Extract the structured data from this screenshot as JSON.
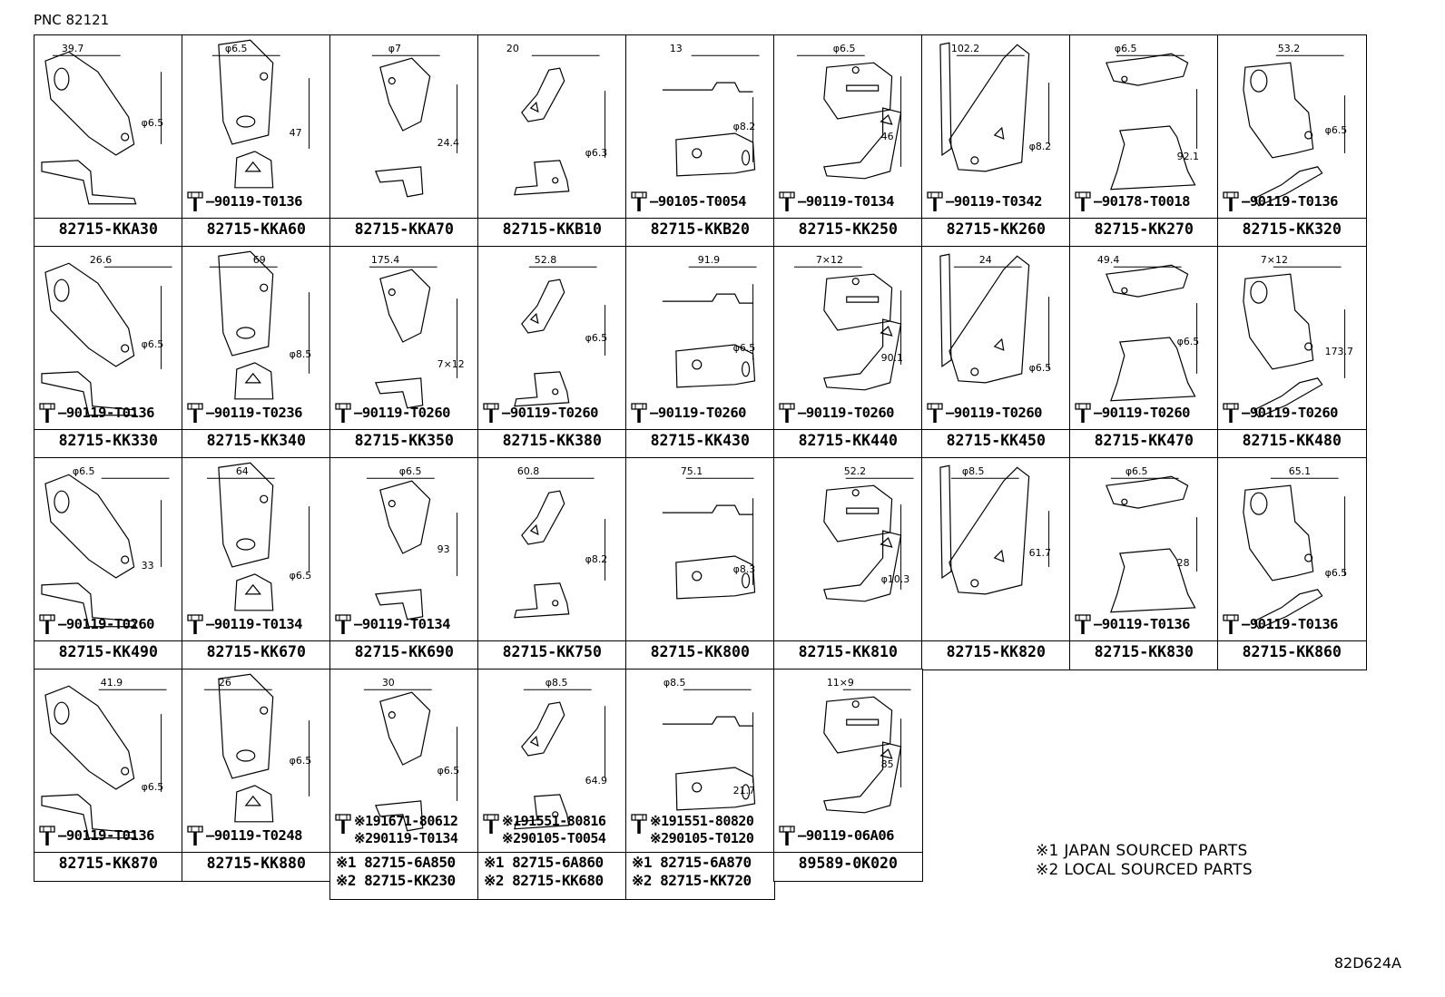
{
  "header": {
    "pnc": "PNC 82121"
  },
  "footer": {
    "ref_code": "82D624A"
  },
  "legend": [
    "※1 JAPAN SOURCED PARTS",
    "※2 LOCAL SOURCED PARTS"
  ],
  "rows": [
    [
      {
        "part": "82715-KKA30",
        "bolt": "",
        "dims": [
          "39.7",
          "φ6.5"
        ]
      },
      {
        "part": "82715-KKA60",
        "bolt": "90119-T0136",
        "dims": [
          "φ6.5",
          "47"
        ]
      },
      {
        "part": "82715-KKA70",
        "bolt": "",
        "dims": [
          "φ7",
          "24.4"
        ]
      },
      {
        "part": "82715-KKB10",
        "bolt": "",
        "dims": [
          "20",
          "φ6.3"
        ]
      },
      {
        "part": "82715-KKB20",
        "bolt": "90105-T0054",
        "dims": [
          "13",
          "φ8.2"
        ]
      },
      {
        "part": "82715-KK250",
        "bolt": "90119-T0134",
        "dims": [
          "φ6.5",
          "46"
        ]
      },
      {
        "part": "82715-KK260",
        "bolt": "90119-T0342",
        "dims": [
          "102.2",
          "φ8.2"
        ]
      },
      {
        "part": "82715-KK270",
        "bolt": "90178-T0018",
        "dims": [
          "φ6.5",
          "92.1"
        ]
      },
      {
        "part": "82715-KK320",
        "bolt": "90119-T0136",
        "dims": [
          "53.2",
          "φ6.5"
        ]
      }
    ],
    [
      {
        "part": "82715-KK330",
        "bolt": "90119-T0136",
        "dims": [
          "26.6",
          "φ6.5"
        ]
      },
      {
        "part": "82715-KK340",
        "bolt": "90119-T0236",
        "dims": [
          "69",
          "φ8.5"
        ]
      },
      {
        "part": "82715-KK350",
        "bolt": "90119-T0260",
        "dims": [
          "175.4",
          "7×12"
        ]
      },
      {
        "part": "82715-KK380",
        "bolt": "90119-T0260",
        "dims": [
          "52.8",
          "φ6.5"
        ]
      },
      {
        "part": "82715-KK430",
        "bolt": "90119-T0260",
        "dims": [
          "91.9",
          "φ6.5"
        ]
      },
      {
        "part": "82715-KK440",
        "bolt": "90119-T0260",
        "dims": [
          "7×12",
          "90.1"
        ]
      },
      {
        "part": "82715-KK450",
        "bolt": "90119-T0260",
        "dims": [
          "24",
          "φ6.5"
        ]
      },
      {
        "part": "82715-KK470",
        "bolt": "90119-T0260",
        "dims": [
          "49.4",
          "φ6.5"
        ]
      },
      {
        "part": "82715-KK480",
        "bolt": "90119-T0260",
        "dims": [
          "7×12",
          "173.7"
        ]
      }
    ],
    [
      {
        "part": "82715-KK490",
        "bolt": "90119-T0260",
        "dims": [
          "φ6.5",
          "33"
        ]
      },
      {
        "part": "82715-KK670",
        "bolt": "90119-T0134",
        "dims": [
          "64",
          "φ6.5"
        ]
      },
      {
        "part": "82715-KK690",
        "bolt": "90119-T0134",
        "dims": [
          "φ6.5",
          "93"
        ]
      },
      {
        "part": "82715-KK750",
        "bolt": "",
        "dims": [
          "60.8",
          "φ8.2"
        ]
      },
      {
        "part": "82715-KK800",
        "bolt": "",
        "dims": [
          "75.1",
          "φ8.3"
        ]
      },
      {
        "part": "82715-KK810",
        "bolt": "",
        "dims": [
          "52.2",
          "φ10.3"
        ]
      },
      {
        "part": "82715-KK820",
        "bolt": "",
        "dims": [
          "φ8.5",
          "61.7"
        ]
      },
      {
        "part": "82715-KK830",
        "bolt": "90119-T0136",
        "dims": [
          "φ6.5",
          "28"
        ]
      },
      {
        "part": "82715-KK860",
        "bolt": "90119-T0136",
        "dims": [
          "65.1",
          "φ6.5"
        ]
      }
    ],
    [
      {
        "part": "82715-KK870",
        "bolt": "90119-T0136",
        "dims": [
          "41.9",
          "φ6.5"
        ]
      },
      {
        "part": "82715-KK880",
        "bolt": "90119-T0248",
        "dims": [
          "26",
          "φ6.5"
        ]
      },
      {
        "part": "",
        "bolt": "",
        "dims": [
          "30",
          "φ6.5"
        ],
        "bolt_lines": [
          "※191671-80612",
          "※290119-T0134"
        ],
        "part_lines": [
          "※1 82715-6A850",
          "※2 82715-KK230"
        ]
      },
      {
        "part": "",
        "bolt": "",
        "dims": [
          "φ8.5",
          "64.9"
        ],
        "bolt_lines": [
          "※191551-80816",
          "※290105-T0054"
        ],
        "part_lines": [
          "※1 82715-6A860",
          "※2 82715-KK680"
        ]
      },
      {
        "part": "",
        "bolt": "",
        "dims": [
          "φ8.5",
          "21.7"
        ],
        "bolt_lines": [
          "※191551-80820",
          "※290105-T0120"
        ],
        "part_lines": [
          "※1 82715-6A870",
          "※2 82715-KK720"
        ]
      },
      {
        "part": "89589-0K020",
        "bolt": "90119-06A06",
        "dims": [
          "11×9",
          "85"
        ]
      }
    ]
  ]
}
